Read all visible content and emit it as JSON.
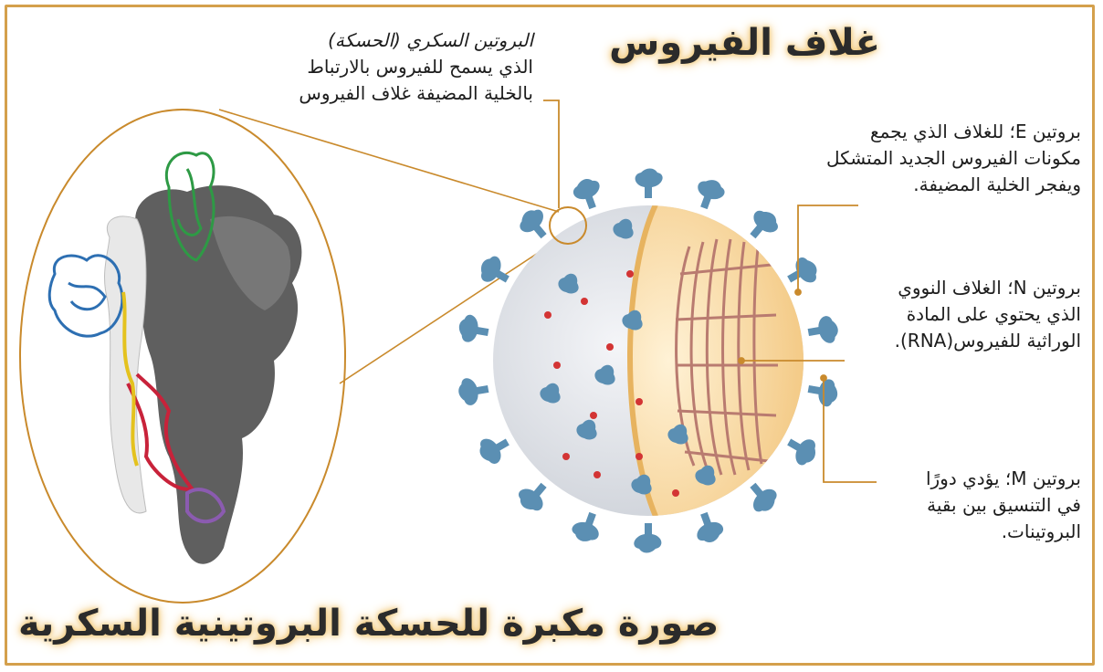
{
  "title": "غلاف الفيروس",
  "bottom_title": "صورة مكبرة للحسكة البروتينية السكرية",
  "labels": {
    "glycoprotein": {
      "line1": "البروتين السكري (الحسكة)",
      "line2": "الذي يسمح للفيروس بالارتباط",
      "line3": "بالخلية المضيفة غلاف الفيروس"
    },
    "protein_e": {
      "line1": "بروتين E؛ للغلاف الذي يجمع",
      "line2": "مكونات الفيروس الجديد المتشكل",
      "line3": "ويفجر الخلية المضيفة."
    },
    "protein_n": {
      "line1": "بروتين N؛ الغلاف النووي",
      "line2": "الذي يحتوي على المادة",
      "line3": "الوراثية للفيروس(RNA)."
    },
    "protein_m": {
      "line1": "بروتين M؛ يؤدي دورًا",
      "line2": "في التنسيق بين بقية",
      "line3": "البروتينات."
    }
  },
  "colors": {
    "frame": "#d4a04c",
    "leader": "#c98a2c",
    "spike": "#5b8fb3",
    "envelope": "#e3e5ea",
    "interior": "#f6d9a3",
    "rna": "#b97b70",
    "dot": "#d33434",
    "protein_dark": "#5f5f5f",
    "protein_green": "#2e9a45",
    "protein_blue": "#2d6fb2",
    "protein_red": "#c8223a",
    "protein_yellow": "#e4c21e",
    "protein_purple": "#8b5bb0"
  }
}
